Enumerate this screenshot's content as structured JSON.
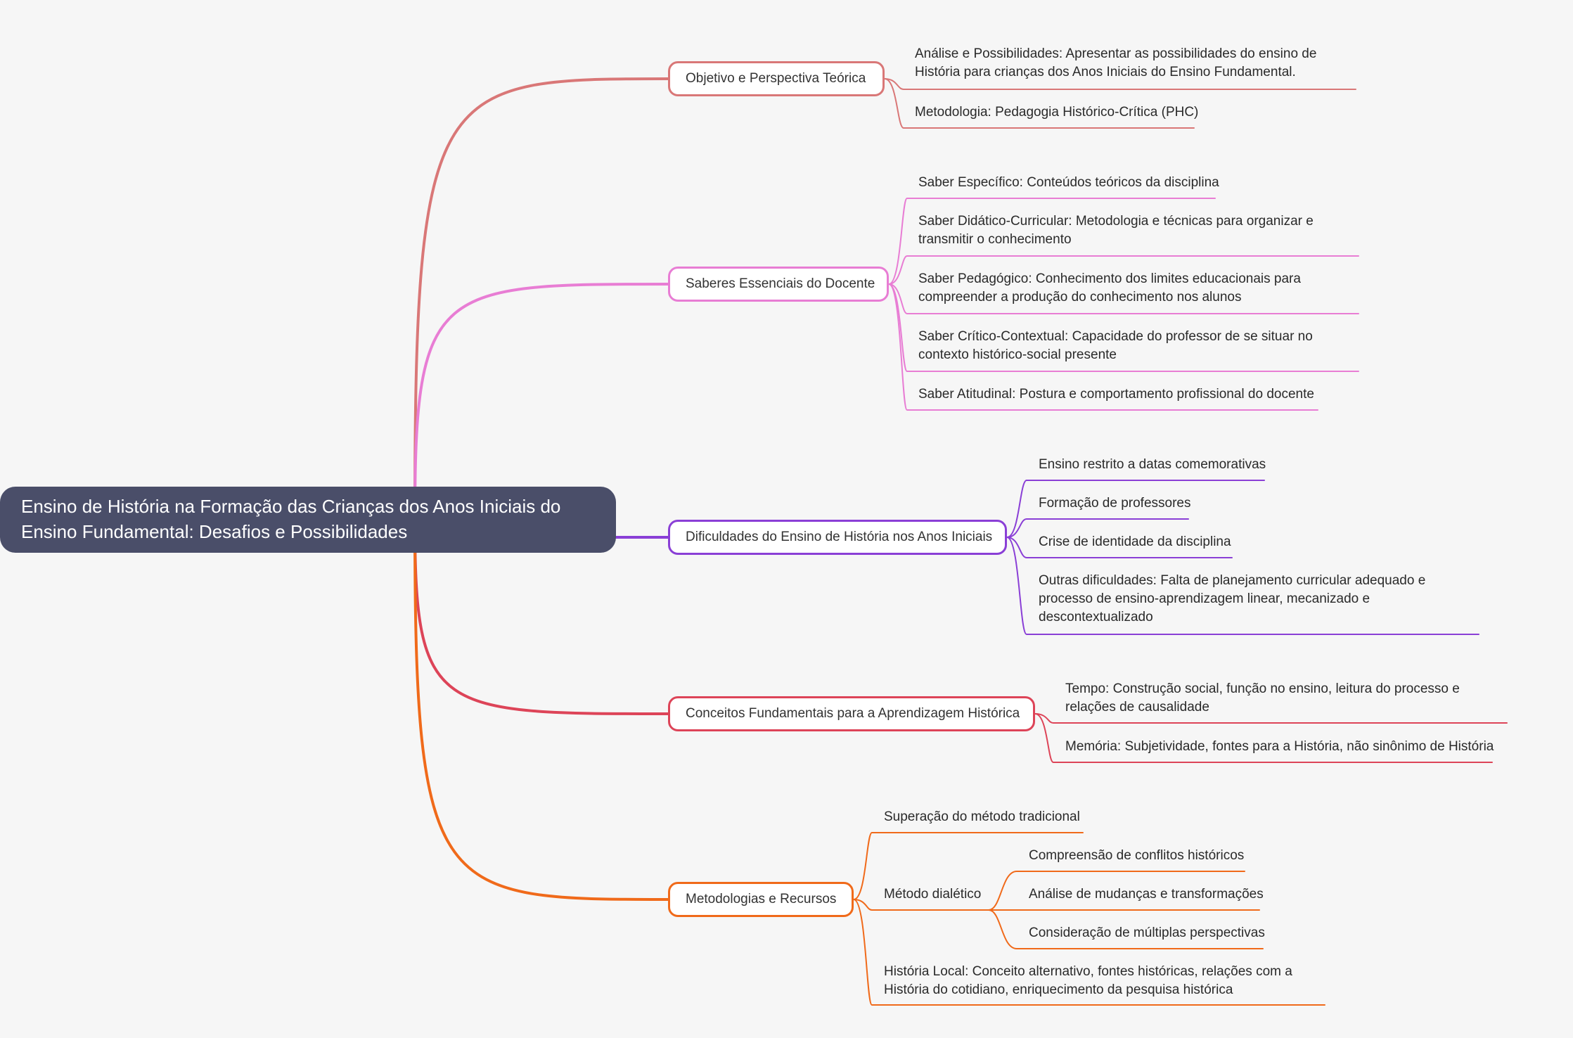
{
  "root": {
    "line1": "Ensino de História na Formação das Crianças dos Anos Iniciais do",
    "line2": "Ensino Fundamental: Desafios e Possibilidades"
  },
  "colors": {
    "objetivo": "#d97777",
    "saberes": "#e87dd4",
    "dificuldades": "#8a3fd6",
    "conceitos": "#dd4458",
    "metodologias": "#f06a1a",
    "root_bg": "#4a4e69"
  },
  "branches": {
    "objetivo": {
      "label": "Objetivo e Perspectiva Teórica",
      "items": [
        {
          "line1": "Análise e Possibilidades: Apresentar as possibilidades do ensino de",
          "line2": "História para crianças dos Anos Iniciais do Ensino Fundamental."
        },
        {
          "line1": "Metodologia: Pedagogia Histórico-Crítica (PHC)"
        }
      ]
    },
    "saberes": {
      "label": "Saberes Essenciais do Docente",
      "items": [
        {
          "line1": "Saber Específico: Conteúdos teóricos da disciplina"
        },
        {
          "line1": "Saber Didático-Curricular: Metodologia e técnicas para organizar e",
          "line2": "transmitir o conhecimento"
        },
        {
          "line1": "Saber Pedagógico: Conhecimento dos limites educacionais para",
          "line2": "compreender a produção do conhecimento nos alunos"
        },
        {
          "line1": "Saber Crítico-Contextual: Capacidade do professor de se situar no",
          "line2": "contexto histórico-social presente"
        },
        {
          "line1": "Saber Atitudinal: Postura e comportamento profissional do docente"
        }
      ]
    },
    "dificuldades": {
      "label": "Dificuldades do Ensino de História nos Anos Iniciais",
      "items": [
        {
          "line1": "Ensino restrito a datas comemorativas"
        },
        {
          "line1": "Formação de professores"
        },
        {
          "line1": "Crise de identidade da disciplina"
        },
        {
          "line1": "Outras dificuldades: Falta de planejamento curricular adequado e",
          "line2": "processo de ensino-aprendizagem linear, mecanizado e",
          "line3": "descontextualizado"
        }
      ]
    },
    "conceitos": {
      "label": "Conceitos Fundamentais para a Aprendizagem Histórica",
      "items": [
        {
          "line1": "Tempo: Construção social, função no ensino, leitura do processo e",
          "line2": "relações de causalidade"
        },
        {
          "line1": "Memória: Subjetividade, fontes para a História, não sinônimo de História"
        }
      ]
    },
    "metodologias": {
      "label": "Metodologias e Recursos",
      "items": [
        {
          "line1": "Superação do método tradicional"
        },
        {
          "line1": "Método dialético"
        },
        {
          "line1": "História Local: Conceito alternativo, fontes históricas, relações com a",
          "line2": "História do cotidiano, enriquecimento da pesquisa histórica"
        }
      ],
      "dialetico": [
        {
          "line1": "Compreensão de conflitos históricos"
        },
        {
          "line1": "Análise de mudanças e transformações"
        },
        {
          "line1": "Consideração de múltiplas perspectivas"
        }
      ]
    }
  }
}
